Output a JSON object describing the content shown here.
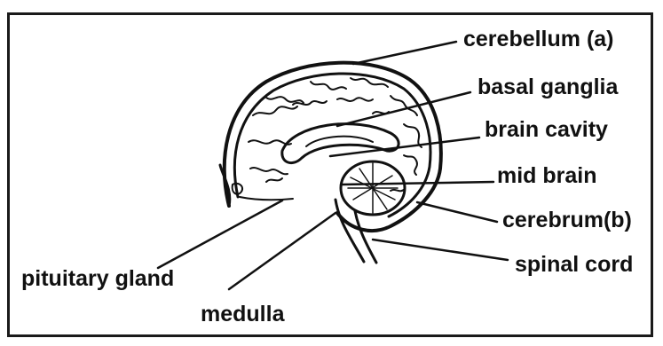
{
  "diagram": {
    "labels": {
      "cerebellum": "cerebellum (a)",
      "basal_ganglia": "basal ganglia",
      "brain_cavity": "brain cavity",
      "mid_brain": "mid brain",
      "cerebrum": "cerebrum(b)",
      "spinal_cord": "spinal cord",
      "pituitary_gland": "pituitary gland",
      "medulla": "medulla"
    },
    "colors": {
      "ink": "#111111",
      "paper": "#ffffff"
    }
  }
}
